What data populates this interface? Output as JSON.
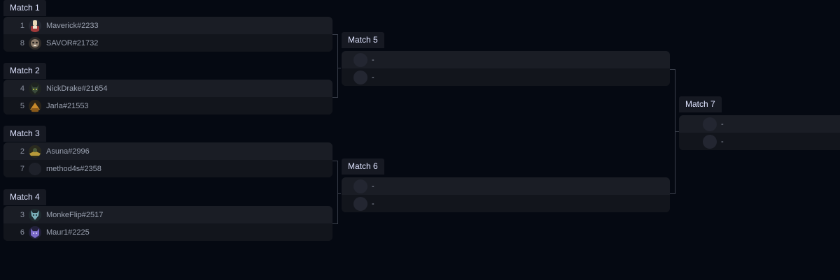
{
  "rounds": {
    "round1": [
      {
        "label": "Match 1",
        "players": [
          {
            "seed": "1",
            "name": "Maverick#2233",
            "avatar": "maverick-avatar"
          },
          {
            "seed": "8",
            "name": "SAVOR#21732",
            "avatar": "savor-avatar"
          }
        ]
      },
      {
        "label": "Match 2",
        "players": [
          {
            "seed": "4",
            "name": "NickDrake#21654",
            "avatar": "nickdrake-avatar"
          },
          {
            "seed": "5",
            "name": "Jarla#21553",
            "avatar": "jarla-avatar"
          }
        ]
      },
      {
        "label": "Match 3",
        "players": [
          {
            "seed": "2",
            "name": "Asuna#2996",
            "avatar": "asuna-avatar"
          },
          {
            "seed": "7",
            "name": "method4s#2358",
            "avatar": "method4s-avatar"
          }
        ]
      },
      {
        "label": "Match 4",
        "players": [
          {
            "seed": "3",
            "name": "MonkeFlip#2517",
            "avatar": "monkeflip-avatar"
          },
          {
            "seed": "6",
            "name": "Maur1#2225",
            "avatar": "maur1-avatar"
          }
        ]
      }
    ],
    "round2": [
      {
        "label": "Match 5",
        "players": [
          {
            "name": "-"
          },
          {
            "name": "-"
          }
        ]
      },
      {
        "label": "Match 6",
        "players": [
          {
            "name": "-"
          },
          {
            "name": "-"
          }
        ]
      }
    ],
    "round3": [
      {
        "label": "Match 7",
        "players": [
          {
            "name": "-"
          },
          {
            "name": "-"
          }
        ]
      }
    ]
  },
  "colors": {
    "background": "#050912",
    "card": "#151820",
    "label_text": "#dfe4ff",
    "player_text": "#9aa1b0",
    "connector": "#3a3f4b"
  }
}
